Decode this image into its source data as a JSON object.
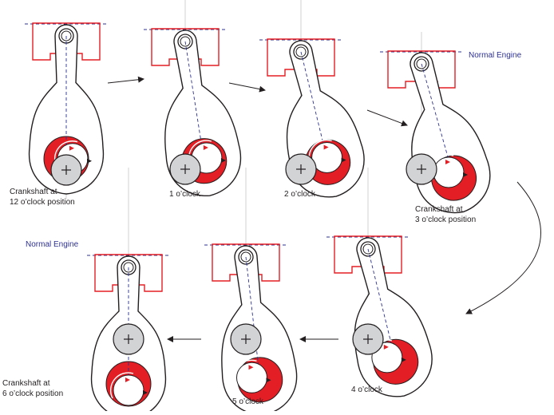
{
  "labels": {
    "normal_engine_top": "Normal Engine",
    "normal_engine_bottom": "Normal Engine",
    "pos_12": [
      "Crankshaft at",
      "12 o’clock position"
    ],
    "pos_1": "1 o’clock",
    "pos_2": "2 o’clock",
    "pos_3": [
      "Crankshaft at",
      "3 o’clock position"
    ],
    "pos_4": "4 o’clock",
    "pos_5": "5 o’clock",
    "pos_6": [
      "Crankshaft at",
      "6 o’clock position"
    ]
  },
  "colors": {
    "piston": "#e31e24",
    "lobe": "#e31e24",
    "outline": "#231f20",
    "centerline": "#2e3192",
    "crankpin": "#d1d3d4",
    "arrow": "#231f20"
  }
}
